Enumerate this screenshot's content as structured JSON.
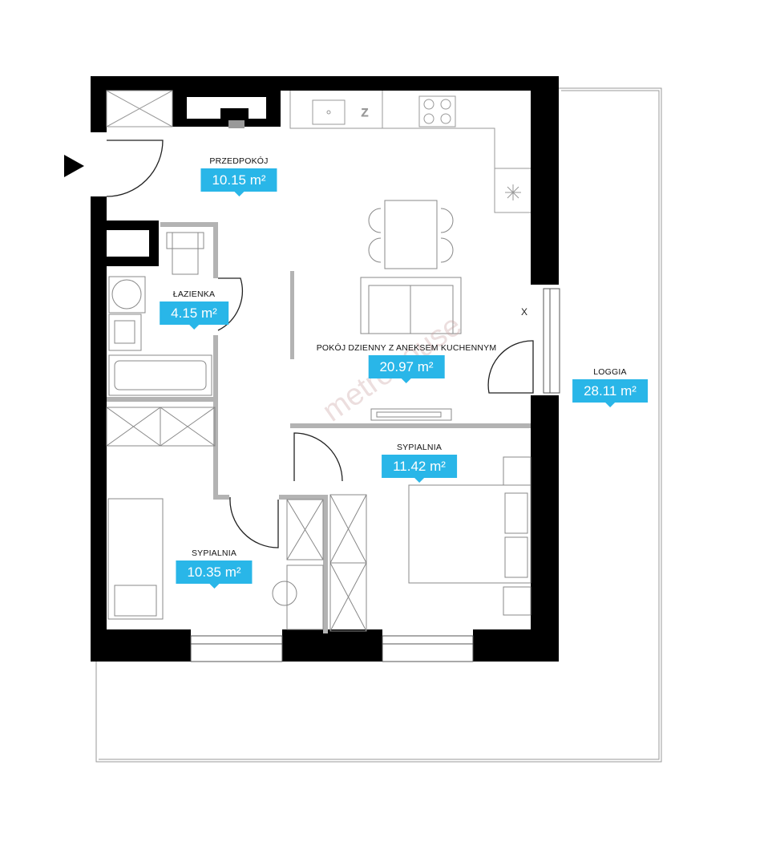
{
  "rooms": [
    {
      "name": "PRZEDPOKÓJ",
      "area": "10.15 m²"
    },
    {
      "name": "ŁAZIENKA",
      "area": "4.15 m²"
    },
    {
      "name": "POKÓJ DZIENNY Z ANEKSEM KUCHENNYM",
      "area": "20.97 m²"
    },
    {
      "name": "LOGGIA",
      "area": "28.11 m²"
    },
    {
      "name": "SYPIALNIA",
      "area": "11.42 m²"
    },
    {
      "name": "SYPIALNIA",
      "area": "10.35 m²"
    }
  ],
  "marker": "X",
  "watermark": "metrohouse",
  "colors": {
    "label": "#29b6e8",
    "wall": "#000000",
    "partition": "#b3b3b3"
  }
}
